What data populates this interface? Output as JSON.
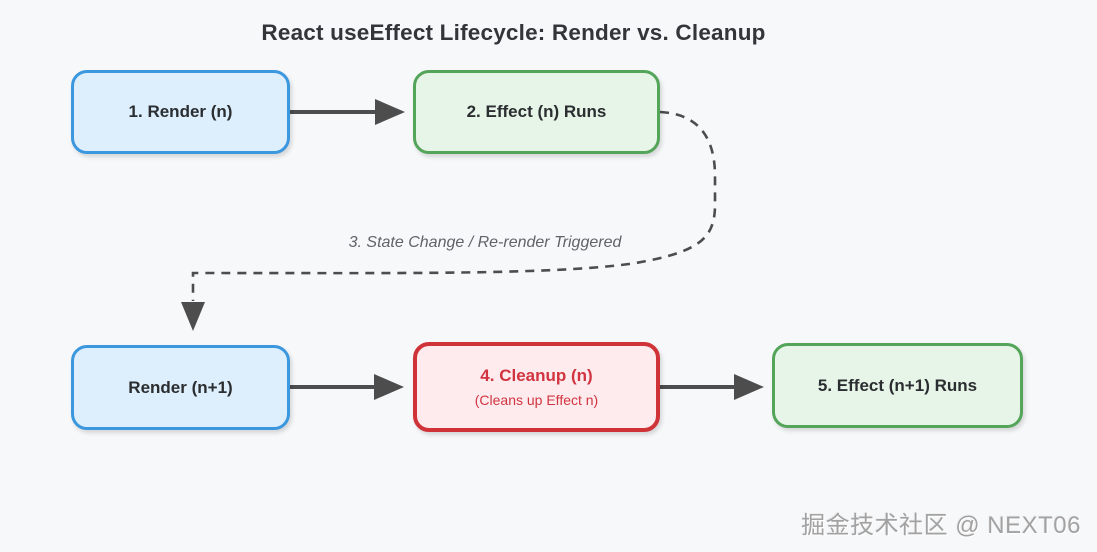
{
  "title": "React useEffect Lifecycle: Render vs. Cleanup",
  "nodes": [
    {
      "id": "render-n",
      "label": "1. Render (n)",
      "type": "blue"
    },
    {
      "id": "effect-n",
      "label": "2. Effect (n) Runs",
      "type": "green"
    },
    {
      "id": "render-n1",
      "label": "Render (n+1)",
      "type": "blue"
    },
    {
      "id": "cleanup-n",
      "label": "4. Cleanup (n)",
      "sublabel": "(Cleans up Effect n)",
      "type": "red"
    },
    {
      "id": "effect-n1",
      "label": "5. Effect (n+1) Runs",
      "type": "green"
    }
  ],
  "edges": [
    {
      "from": "render-n",
      "to": "effect-n",
      "style": "solid"
    },
    {
      "from": "effect-n",
      "to": "render-n1",
      "style": "dashed",
      "label": "3. State Change / Re-render Triggered"
    },
    {
      "from": "render-n1",
      "to": "cleanup-n",
      "style": "solid"
    },
    {
      "from": "cleanup-n",
      "to": "effect-n1",
      "style": "solid"
    }
  ],
  "edge_label": "3. State Change / Re-render Triggered",
  "watermark": "掘金技术社区 @ NEXT06",
  "colors": {
    "background": "#f7f8fa",
    "blue_border": "#3b97de",
    "blue_fill": "#ddeefc",
    "green_border": "#54a55a",
    "green_fill": "#e7f5e8",
    "red_border": "#cf3338",
    "red_fill": "#fdebed",
    "red_text": "#d13440",
    "arrow": "#4d4d4d",
    "edge_label_text": "#5f6468",
    "title_text": "#333638",
    "watermark_text": "#a2a2a2"
  }
}
